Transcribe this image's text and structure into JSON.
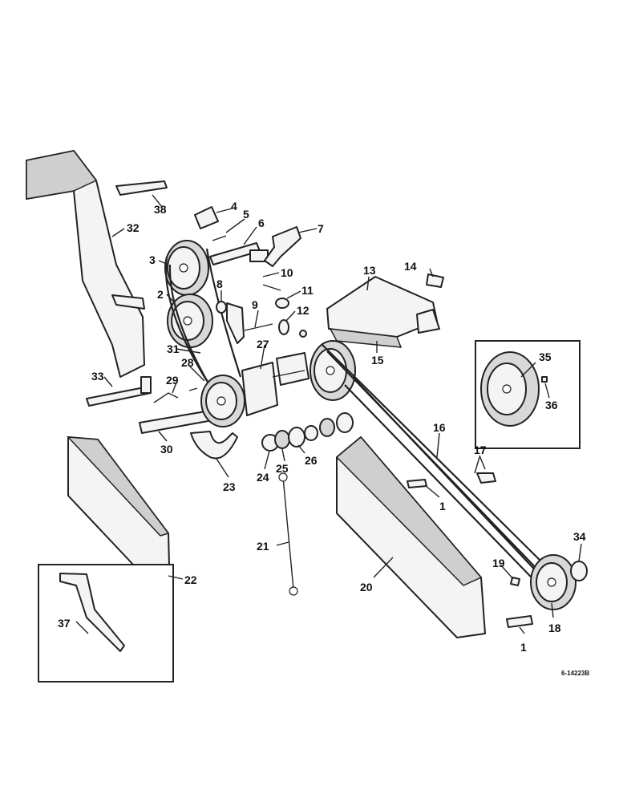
{
  "drawing_code": "6-14223B",
  "callouts": [
    "1",
    "2",
    "3",
    "4",
    "5",
    "6",
    "7",
    "8",
    "9",
    "10",
    "11",
    "12",
    "13",
    "14",
    "15",
    "16",
    "17",
    "18",
    "19",
    "20",
    "21",
    "22",
    "23",
    "24",
    "25",
    "26",
    "27",
    "28",
    "29",
    "30",
    "31",
    "32",
    "33",
    "34",
    "35",
    "36",
    "37",
    "38"
  ]
}
